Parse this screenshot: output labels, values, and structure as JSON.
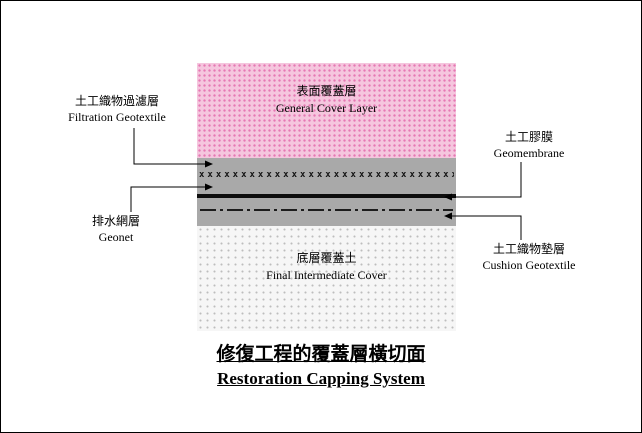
{
  "diagram": {
    "layers": {
      "general_cover": {
        "label_zh": "表面覆蓋層",
        "label_en": "General Cover Layer",
        "fill_color": "#f5c6de",
        "dot_color": "#e678b4"
      },
      "gray_band": {
        "fill_color": "#a9a9a9",
        "geonet_texture": "xxxxxxxxxxxxxxxxxxxxxxxxxxxxxxxxxxxxxxxxxxxx",
        "geomembrane_line_color": "#0d0d0d"
      },
      "final_intermediate": {
        "label_zh": "底層覆蓋土",
        "label_en": "Final Intermediate Cover",
        "fill_color": "#f6f6f6",
        "dot_color": "#bdbdbd"
      }
    },
    "callouts": {
      "filtration": {
        "zh": "土工織物過濾層",
        "en": "Filtration Geotextile"
      },
      "geonet": {
        "zh": "排水網層",
        "en": "Geonet"
      },
      "geomembrane": {
        "zh": "土工膠膜",
        "en": "Geomembrane"
      },
      "cushion": {
        "zh": "土工織物墊層",
        "en": "Cushion Geotextile"
      }
    }
  },
  "title": {
    "zh": "修復工程的覆蓋層橫切面",
    "en": "Restoration Capping System"
  }
}
